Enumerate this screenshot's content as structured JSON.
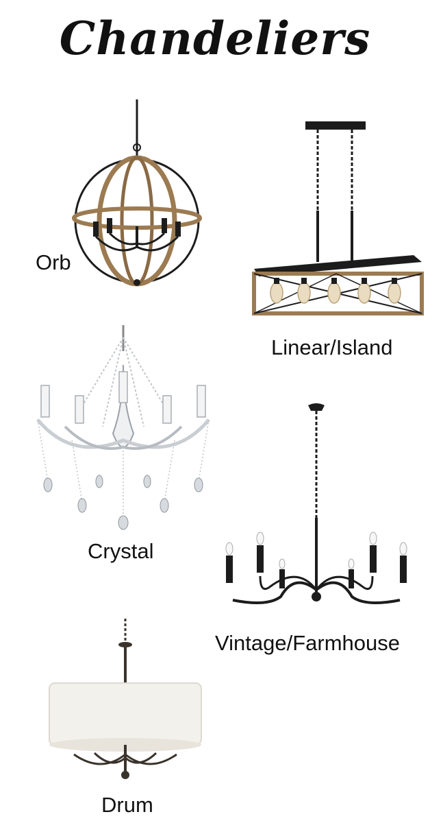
{
  "title": "Chandeliers",
  "items": [
    {
      "label": "Orb",
      "icon": "orb-chandelier-icon"
    },
    {
      "label": "Linear/Island",
      "icon": "linear-island-chandelier-icon"
    },
    {
      "label": "Crystal",
      "icon": "crystal-chandelier-icon"
    },
    {
      "label": "Vintage/Farmhouse",
      "icon": "vintage-farmhouse-chandelier-icon"
    },
    {
      "label": "Drum",
      "icon": "drum-chandelier-icon"
    }
  ],
  "colors": {
    "metal": "#1c1c1c",
    "wood": "#9c7b52",
    "shade": "#f3f1ec",
    "crystal": "#c9ced3"
  }
}
